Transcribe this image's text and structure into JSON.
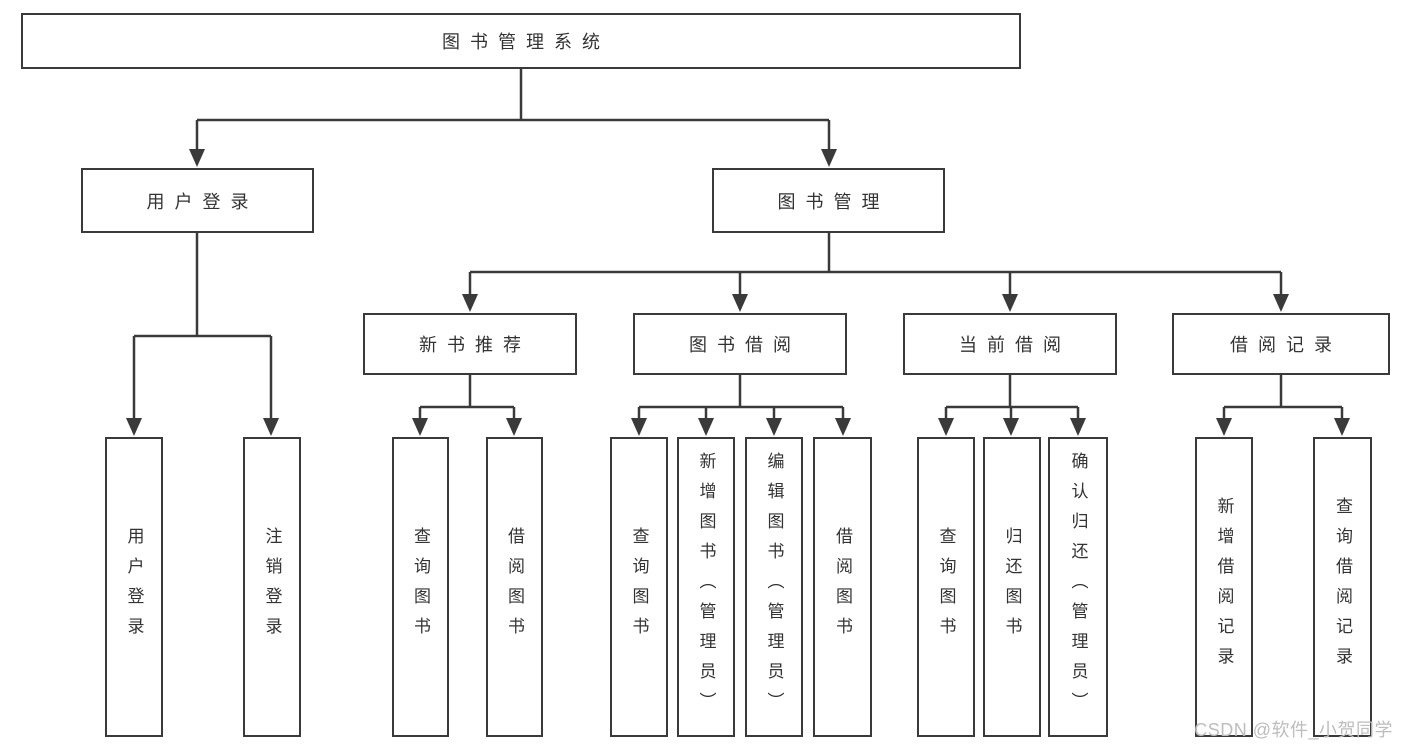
{
  "diagram_title": "图书管理系统",
  "tree": {
    "label": "图书管理系统",
    "children": [
      {
        "label": "用户登录",
        "children": [
          {
            "label": "用户登录"
          },
          {
            "label": "注销登录"
          }
        ]
      },
      {
        "label": "图书管理",
        "children": [
          {
            "label": "新书推荐",
            "children": [
              {
                "label": "查询图书"
              },
              {
                "label": "借阅图书"
              }
            ]
          },
          {
            "label": "图书借阅",
            "children": [
              {
                "label": "查询图书"
              },
              {
                "label": "新增图书（管理员）"
              },
              {
                "label": "编辑图书（管理员）"
              },
              {
                "label": "借阅图书"
              }
            ]
          },
          {
            "label": "当前借阅",
            "children": [
              {
                "label": "查询图书"
              },
              {
                "label": "归还图书"
              },
              {
                "label": "确认归还（管理员）"
              }
            ]
          },
          {
            "label": "借阅记录",
            "children": [
              {
                "label": "新增借阅记录"
              },
              {
                "label": "查询借阅记录"
              }
            ]
          }
        ]
      }
    ]
  },
  "watermark": "CSDN @软件_小贺同学",
  "colors": {
    "line": "#3a3a3a",
    "text": "#333333",
    "box_fill": "#ffffff",
    "watermark": "#bdbdbd"
  }
}
